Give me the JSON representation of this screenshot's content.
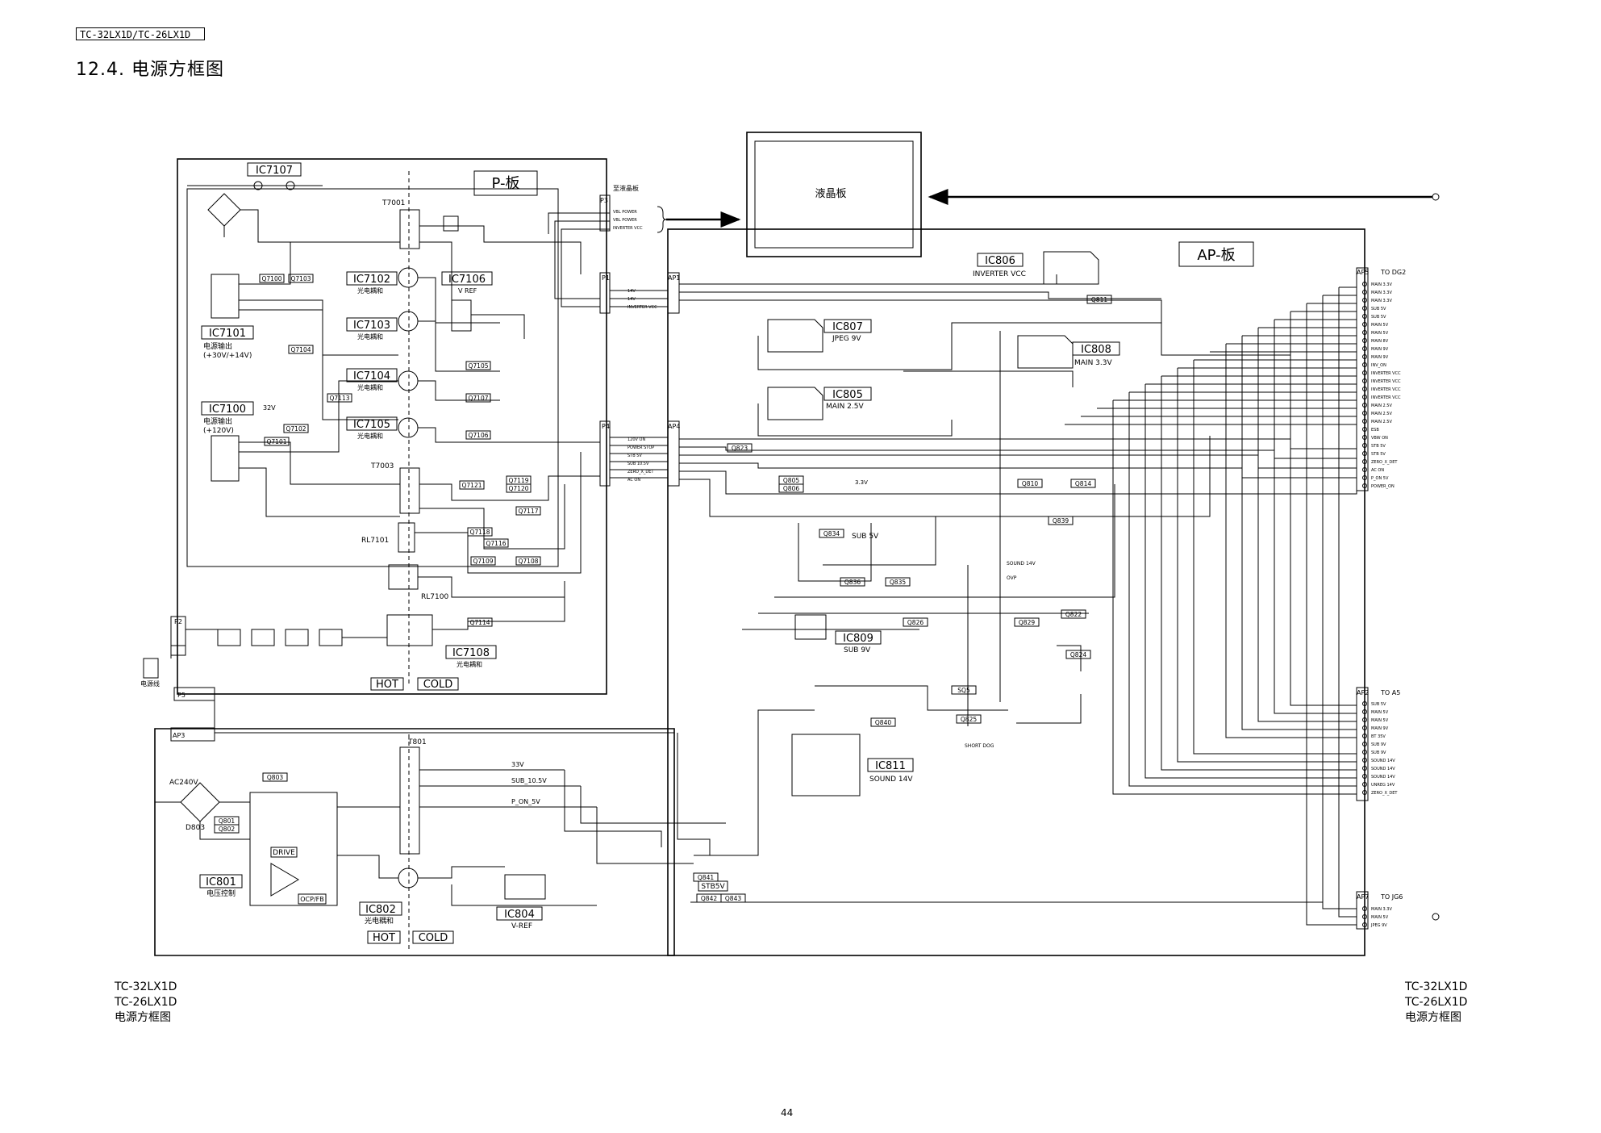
{
  "header": {
    "model_box": "TC-32LX1D/TC-26LX1D",
    "section_title": "12.4. 电源方框图"
  },
  "footer_left": {
    "line1": "TC-32LX1D",
    "line2": "TC-26LX1D",
    "line3": "电源方框图"
  },
  "footer_right": {
    "line1": "TC-32LX1D",
    "line2": "TC-26LX1D",
    "line3": "电源方框图"
  },
  "page_number": "44",
  "boards": {
    "p_board": "P-板",
    "ap_board": "AP-板",
    "lcd_panel": "液晶板",
    "lcd_top_label": "至液晶板"
  },
  "connectors": {
    "p3": "P3",
    "p1": "P1",
    "p4": "P4",
    "p2": "P2",
    "p5": "P5",
    "ap1": "AP1",
    "ap4": "AP4",
    "ap3": "AP3",
    "ap5": "AP5",
    "ap2": "AP2",
    "ap7": "AP7",
    "to_dg2": "TO DG2",
    "to_a5": "TO A5",
    "to_jg6": "TO JG6"
  },
  "p3_pins": [
    "VBL POWER",
    "VBL POWER",
    "INVERTER VCC"
  ],
  "p1_pins": [
    "14V",
    "14V",
    "INVERTER VCC"
  ],
  "p4_pins": [
    "120V ON",
    "POWER STOP",
    "STB 5V",
    "SUB 10.5V",
    "ZERO_X_DET",
    "AC ON"
  ],
  "ap5_pins": [
    "MAIN 3.3V",
    "MAIN 3.3V",
    "MAIN 3.3V",
    "SUB 5V",
    "SUB 5V",
    "MAIN 5V",
    "MAIN 5V",
    "MAIN 8V",
    "MAIN 9V",
    "MAIN 9V",
    "INV_ON",
    "INVERTER VCC",
    "INVERTER VCC",
    "INVERTER VCC",
    "INVERTER VCC",
    "MAIN 2.5V",
    "MAIN 2.5V",
    "MAIN 2.5V",
    "ESB",
    "VBW ON",
    "STB 5V",
    "STB 5V",
    "ZERO_X_DET",
    "AC ON",
    "P_ON 5V",
    "POWER_ON"
  ],
  "ap2_pins": [
    "SUB 5V",
    "MAIN 5V",
    "MAIN 5V",
    "MAIN 9V",
    "BT 35V",
    "SUB 9V",
    "SUB 9V",
    "SOUND 14V",
    "SOUND 14V",
    "SOUND 14V",
    "UNREG 14V",
    "ZERO_X_DET"
  ],
  "ap7_pins": [
    "MAIN 3.3V",
    "MAIN 5V",
    "JPEG 9V"
  ],
  "ics": {
    "ic7107": "IC7107",
    "ic7102": "IC7102",
    "ic7102_sub": "光电耦和",
    "ic7106": "IC7106",
    "ic7106_sub": "V REF",
    "ic7103": "IC7103",
    "ic7103_sub": "光电耦和",
    "ic7101": "IC7101",
    "ic7101_sub1": "电源输出",
    "ic7101_sub2": "(+30V/+14V)",
    "ic7104": "IC7104",
    "ic7104_sub": "光电耦和",
    "ic7100": "IC7100",
    "ic7100_sub1": "电源输出",
    "ic7100_sub2": "(+120V)",
    "ic7105": "IC7105",
    "ic7105_sub": "光电耦和",
    "ic7108": "IC7108",
    "ic7108_sub": "光电耦和",
    "ic806": "IC806",
    "ic806_sub": "INVERTER VCC",
    "ic807": "IC807",
    "ic807_sub": "JPEG 9V",
    "ic808": "IC808",
    "ic808_sub": "MAIN 3.3V",
    "ic805": "IC805",
    "ic805_sub": "MAIN 2.5V",
    "ic809": "IC809",
    "ic809_sub": "SUB 9V",
    "ic811": "IC811",
    "ic811_sub": "SOUND 14V",
    "ic801": "IC801",
    "ic801_sub": "电压控制",
    "ic802": "IC802",
    "ic802_sub": "光电耦和",
    "ic804": "IC804",
    "ic804_sub": "V-REF"
  },
  "transistors": {
    "q7100": "Q7100",
    "q7103": "Q7103",
    "q7104": "Q7104",
    "q7102": "Q7102",
    "q7101": "Q7101",
    "q7113": "Q7113",
    "q7105": "Q7105",
    "q7107": "Q7107",
    "q7106": "Q7106",
    "q7121": "Q7121",
    "q7119": "Q7119",
    "q7120": "Q7120",
    "q7117": "Q7117",
    "q7118": "Q7118",
    "q7116": "Q7116",
    "q7109": "Q7109",
    "q7108": "Q7108",
    "q7114": "Q7114",
    "q811": "Q811",
    "q823": "Q823",
    "q805": "Q805",
    "q806": "Q806",
    "q810": "Q810",
    "q814": "Q814",
    "q839": "Q839",
    "q834": "Q834",
    "q834_sub": "SUB 5V",
    "q836": "Q836",
    "q835": "Q835",
    "q826": "Q826",
    "q829": "Q829",
    "q822": "Q822",
    "q824": "Q824",
    "sq5": "SQ5",
    "q840": "Q840",
    "q825": "Q825",
    "q803": "Q803",
    "q801": "Q801",
    "q802": "Q802",
    "q841": "Q841",
    "q842": "Q842",
    "q843": "Q843"
  },
  "misc": {
    "t7001": "T7001",
    "t7003": "T7003",
    "t801": "T801",
    "rl7101": "RL7101",
    "rl7100": "RL7100",
    "hot1": "HOT",
    "cold1": "COLD",
    "hot2": "HOT",
    "cold2": "COLD",
    "ac240v": "AC240V",
    "d803": "D803",
    "drive": "DRIVE",
    "ocp_fb": "OCP/FB",
    "stb5v": "STB5V",
    "v33": "33V",
    "sub105": "SUB_10.5V",
    "pon5": "P_ON_5V",
    "v32": "32V",
    "v33b": "3.3V",
    "power_cord": "电源线",
    "sound14v": "SOUND 14V",
    "ovp": "OVP",
    "short_det": "SHORT DOG"
  },
  "colors": {
    "line": "#000000",
    "background": "#ffffff"
  }
}
